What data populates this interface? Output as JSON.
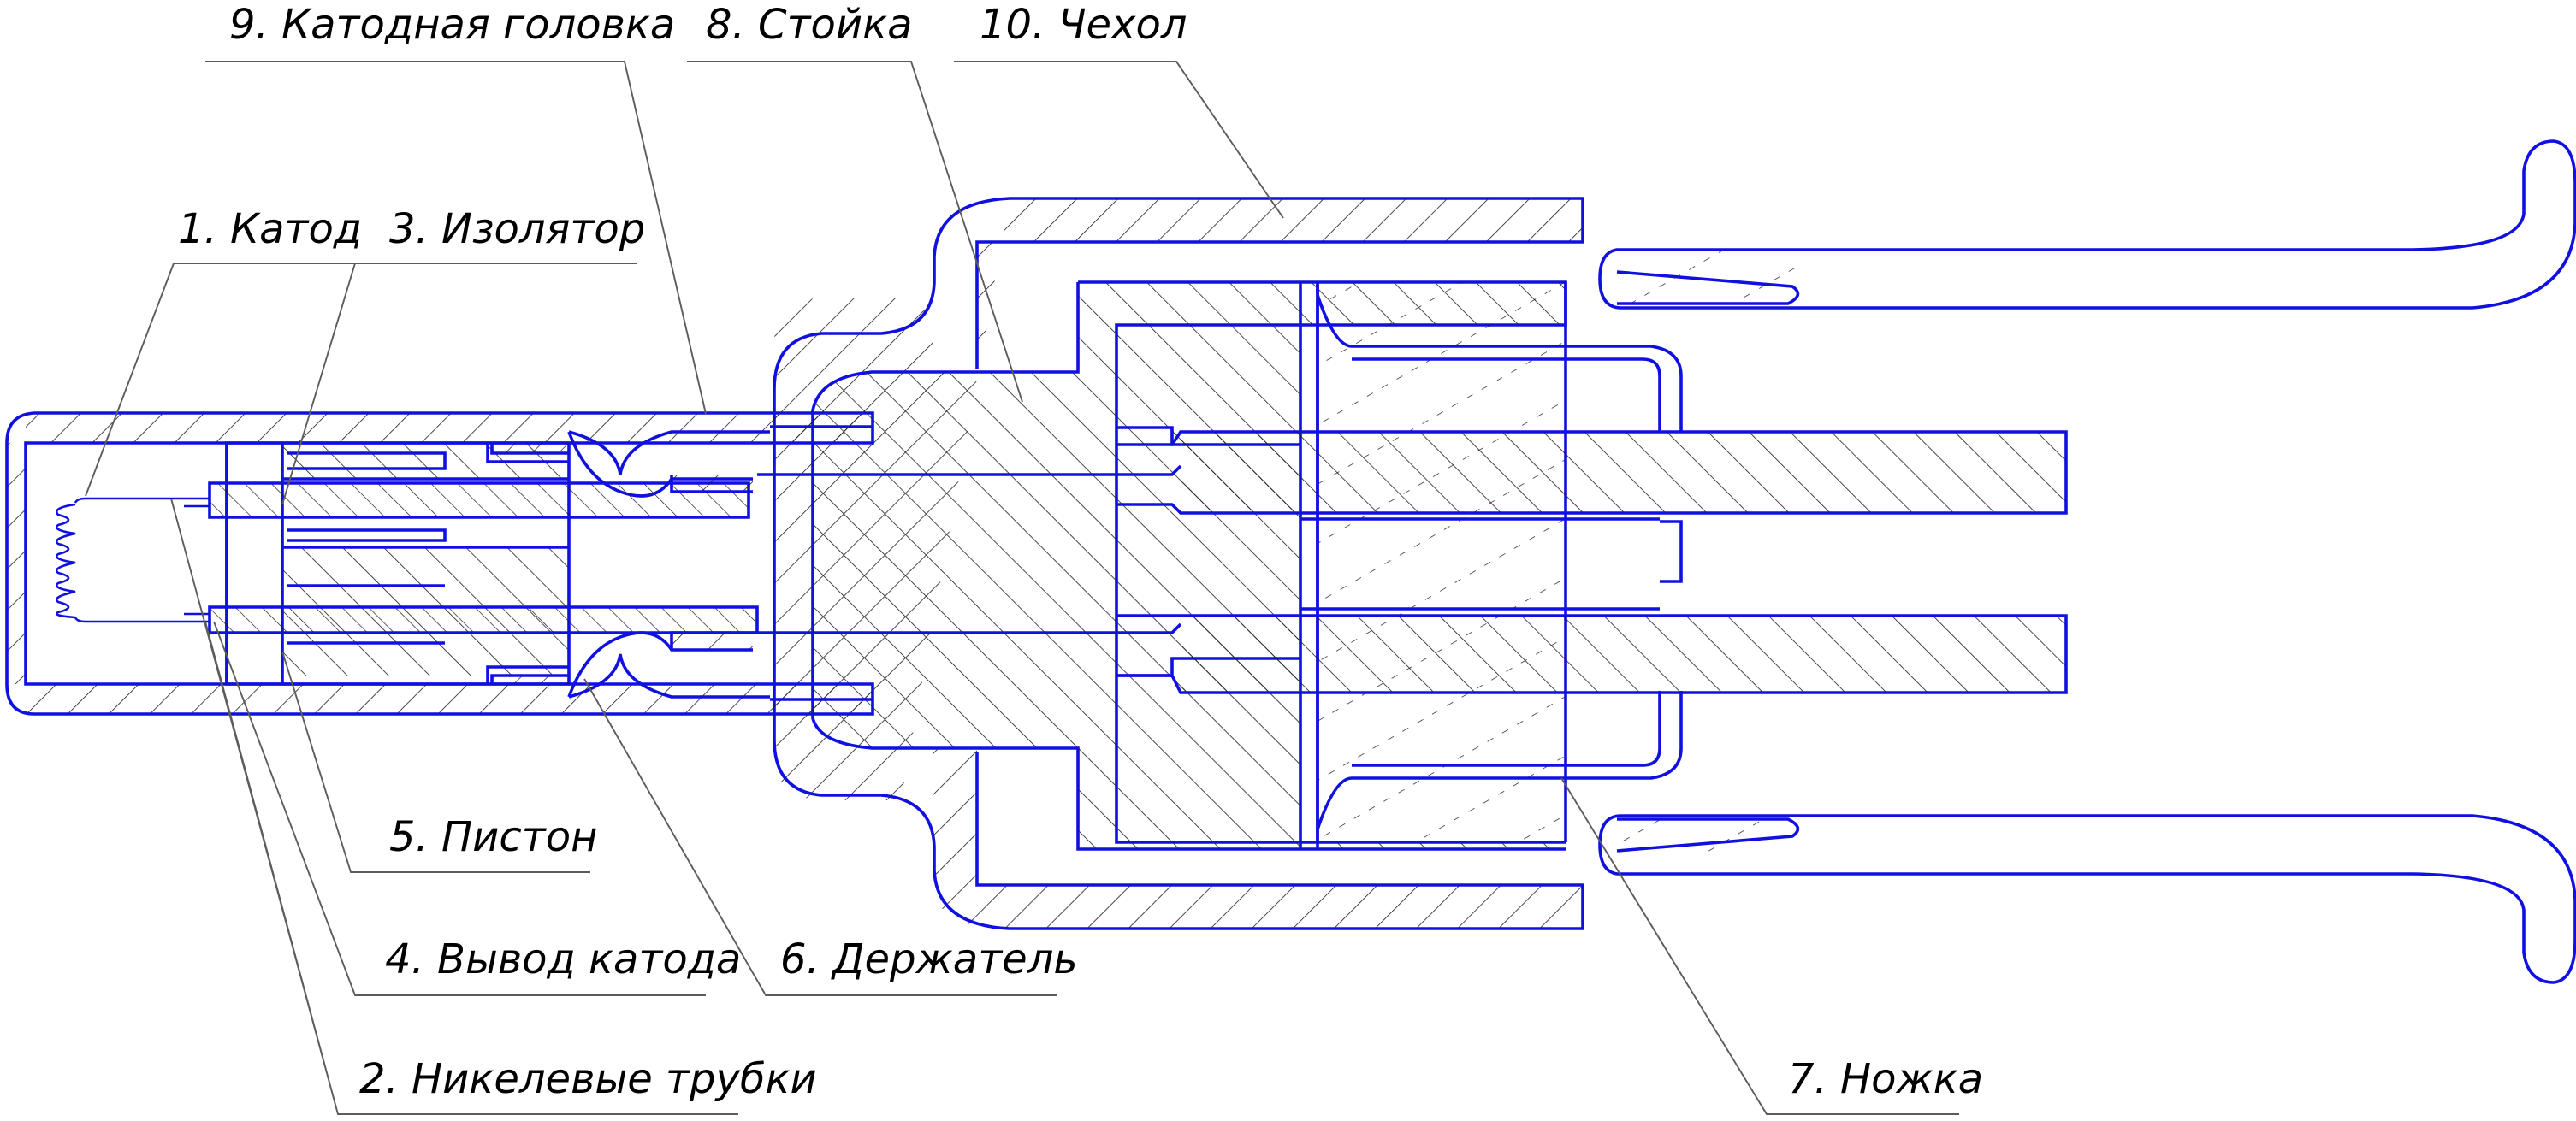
{
  "colors": {
    "outline": "#1010e0",
    "hatch": "#1a1a1a",
    "leader": "#5c5c5c",
    "text": "#000000"
  },
  "labels": {
    "cathode_head": "9. Катодная головка",
    "stand": "8. Стойка",
    "cover": "10. Чехол",
    "cathode": "1. Катод",
    "insulator": "3. Изолятор",
    "piston": "5. Пистон",
    "cathode_lead": "4. Вывод катода",
    "holder": "6. Держатель",
    "nickel_tubes": "2. Никелевые трубки",
    "stem": "7. Ножка"
  }
}
